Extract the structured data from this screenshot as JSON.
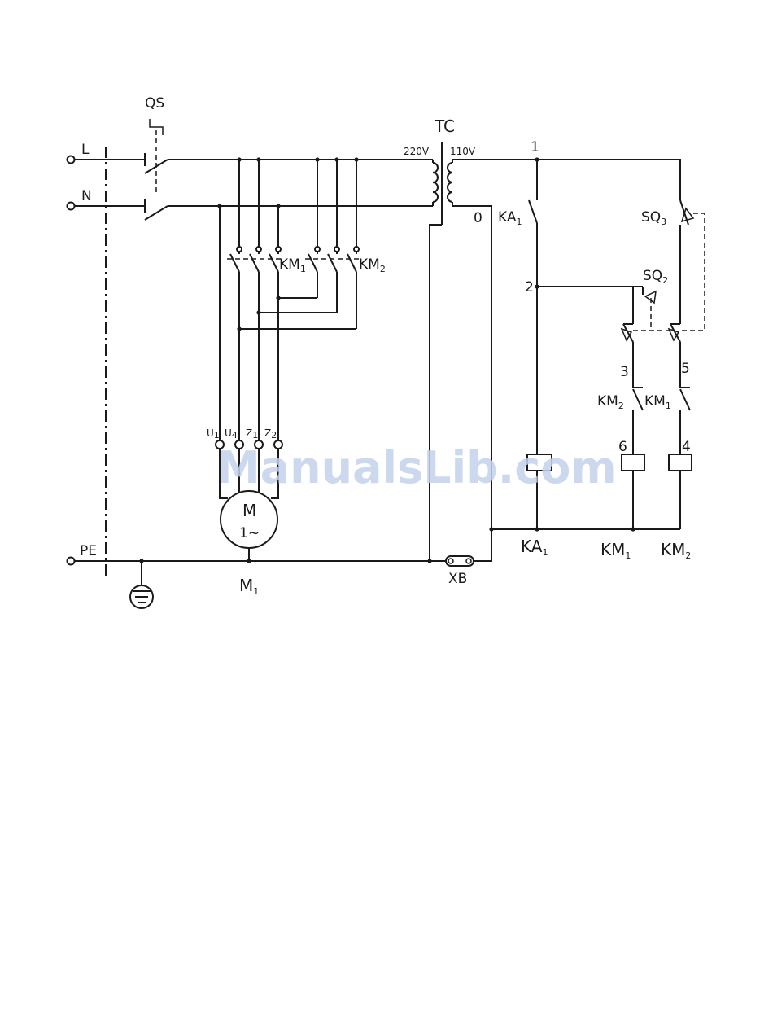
{
  "diagram": {
    "labels": {
      "qs": "QS",
      "l": "L",
      "n": "N",
      "pe": "PE",
      "tc": "TC",
      "v220": "220V",
      "v110": "110V",
      "km1_power": "KM",
      "km1_power_sub": "1",
      "km2_power": "KM",
      "km2_power_sub": "2",
      "u1": "U",
      "u1_sub": "1",
      "u4": "U",
      "u4_sub": "4",
      "z1": "Z",
      "z1_sub": "1",
      "z2": "Z",
      "z2_sub": "2",
      "motor_m": "M",
      "motor_phase": "1~",
      "motor_ref": "M",
      "motor_ref_sub": "1",
      "xb": "XB",
      "node0": "0",
      "node1": "1",
      "node2": "2",
      "node3": "3",
      "node4": "4",
      "node5": "5",
      "node6": "6",
      "ka1_contact": "KA",
      "ka1_contact_sub": "1",
      "sq3": "SQ",
      "sq3_sub": "3",
      "sq2": "SQ",
      "sq2_sub": "2",
      "km2_nc": "KM",
      "km2_nc_sub": "2",
      "km1_nc": "KM",
      "km1_nc_sub": "1",
      "coil_ka1": "KA",
      "coil_ka1_sub": "1",
      "coil_km1": "KM",
      "coil_km1_sub": "1",
      "coil_km2": "KM",
      "coil_km2_sub": "2"
    },
    "watermark": "ManualsLib.com"
  }
}
